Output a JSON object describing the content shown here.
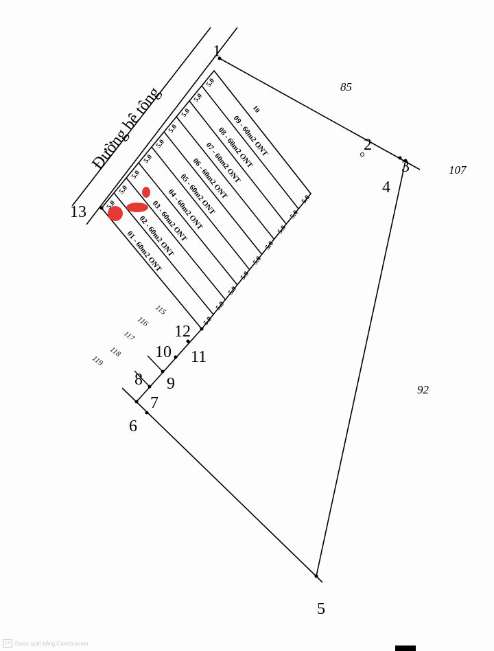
{
  "road_label": "Đường bê tông",
  "points": [
    {
      "id": "1",
      "label": "1"
    },
    {
      "id": "2",
      "label": "2"
    },
    {
      "id": "3",
      "label": "3"
    },
    {
      "id": "4",
      "label": "4"
    },
    {
      "id": "5",
      "label": "5"
    },
    {
      "id": "6",
      "label": "6"
    },
    {
      "id": "7",
      "label": "7"
    },
    {
      "id": "8",
      "label": "8"
    },
    {
      "id": "9",
      "label": "9"
    },
    {
      "id": "10",
      "label": "10"
    },
    {
      "id": "11",
      "label": "11"
    },
    {
      "id": "12",
      "label": "12"
    },
    {
      "id": "13",
      "label": "13"
    }
  ],
  "lots": [
    {
      "label": "01 - 60m2 ONT"
    },
    {
      "label": "02 - 60m2 ONT"
    },
    {
      "label": "03 - 60m2 ONT"
    },
    {
      "label": "04 - 60m2 ONT"
    },
    {
      "label": "05 - 60m2 ONT"
    },
    {
      "label": "06 - 60m2 ONT"
    },
    {
      "label": "07 - 60m2 ONT"
    },
    {
      "label": "08 - 60m2 ONT"
    },
    {
      "label": "09 - 60m2 ONT"
    }
  ],
  "lot_width_label": "5.0",
  "remaining_parcel_label": "10",
  "neighbor_parcels": {
    "p85": "85",
    "p107": "107",
    "p92": "92",
    "p115": "115",
    "p116": "116",
    "p117": "117",
    "p118": "118",
    "p119": "119"
  },
  "footer": {
    "logo": "CS",
    "text": "Được quét bằng CamScanner"
  }
}
